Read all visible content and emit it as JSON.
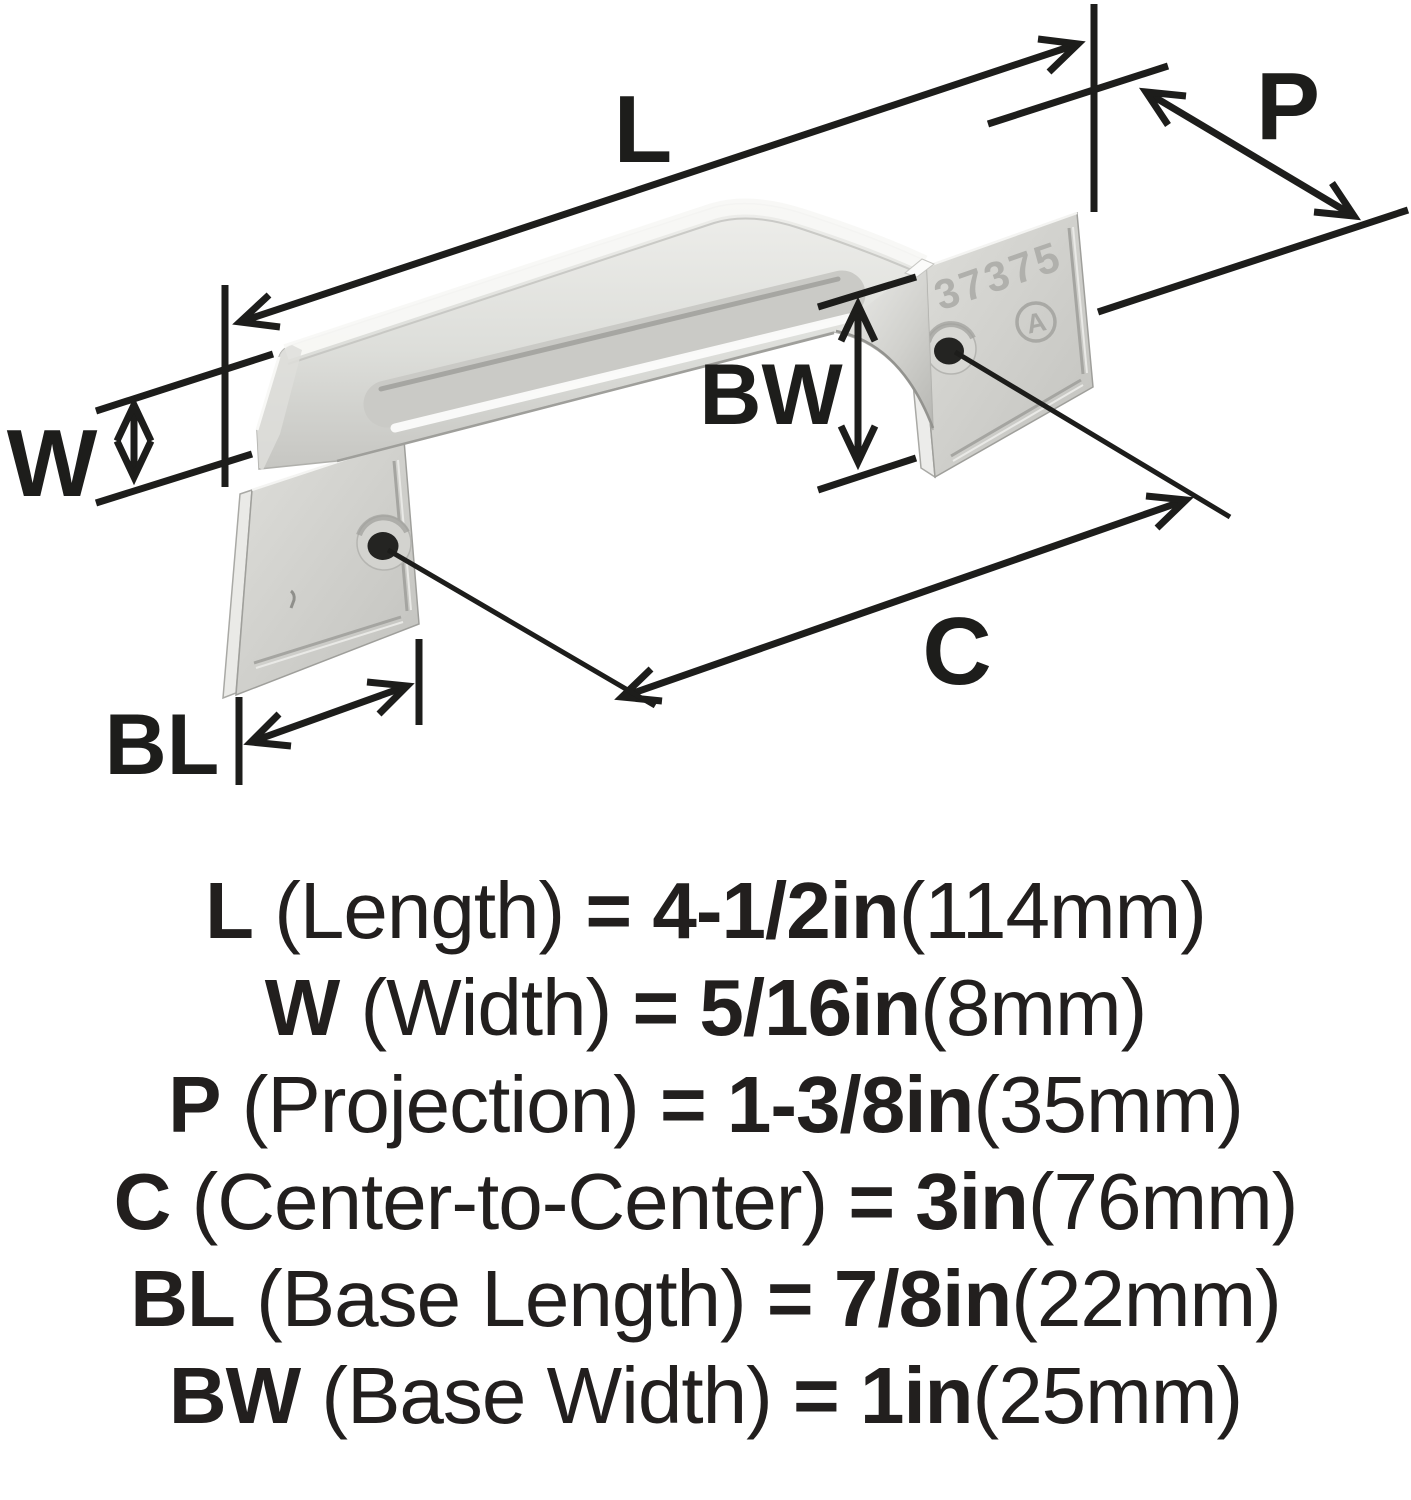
{
  "diagram": {
    "marking": "37375",
    "logo_letter": "A",
    "dim_labels": {
      "L": "L",
      "W": "W",
      "P": "P",
      "C": "C",
      "BL": "BL",
      "BW": "BW"
    },
    "colors": {
      "line": "#1d1d1b",
      "text": "#221f1e",
      "metal_light": "#f2f2f0",
      "metal_mid": "#d6d6d2",
      "metal_dark": "#b7b7b3",
      "hole": "#242422",
      "background": "#ffffff"
    }
  },
  "specs": [
    {
      "key": "L",
      "name": "(Length)",
      "eq": "=",
      "value": "4-1/2in",
      "metric": "(114mm)"
    },
    {
      "key": "W",
      "name": "(Width)",
      "eq": "=",
      "value": "5/16in",
      "metric": "(8mm)"
    },
    {
      "key": "P",
      "name": "(Projection)",
      "eq": "=",
      "value": "1-3/8in",
      "metric": "(35mm)"
    },
    {
      "key": "C",
      "name": "(Center-to-Center)",
      "eq": "=",
      "value": "3in",
      "metric": "(76mm)"
    },
    {
      "key": "BL",
      "name": "(Base Length)",
      "eq": "=",
      "value": "7/8in",
      "metric": "(22mm)"
    },
    {
      "key": "BW",
      "name": "(Base Width)",
      "eq": "=",
      "value": "1in",
      "metric": "(25mm)"
    }
  ]
}
